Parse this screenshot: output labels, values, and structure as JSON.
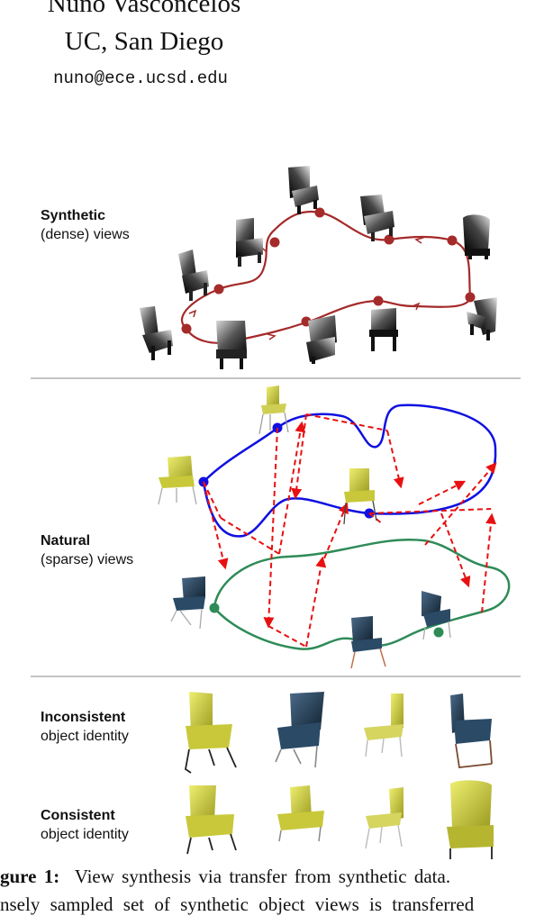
{
  "header": {
    "author": "Nuno Vasconcelos",
    "affiliation": "UC, San Diego",
    "email": "nuno@ece.ucsd.edu"
  },
  "sections": {
    "synthetic": {
      "title": "Synthetic",
      "subtitle": "(dense) views"
    },
    "natural": {
      "title": "Natural",
      "subtitle": "(sparse) views"
    },
    "inconsistent": {
      "title": "Inconsistent",
      "subtitle": "object identity"
    },
    "consistent": {
      "title": "Consistent",
      "subtitle": "object identity"
    }
  },
  "caption": {
    "label": "gure 1:",
    "line1": "View synthesis via transfer from synthetic data.",
    "line2": "nsely sampled set of synthetic object views is transferred"
  },
  "colors": {
    "synthetic_path": "#a52a2a",
    "blue_path": "#1010e0",
    "green_path": "#2e8b57",
    "transfer_arrows": "#e81010",
    "divider": "#c4c4c4",
    "yellow_chair": "#c8c83a",
    "blue_chair": "#2a4a66"
  }
}
